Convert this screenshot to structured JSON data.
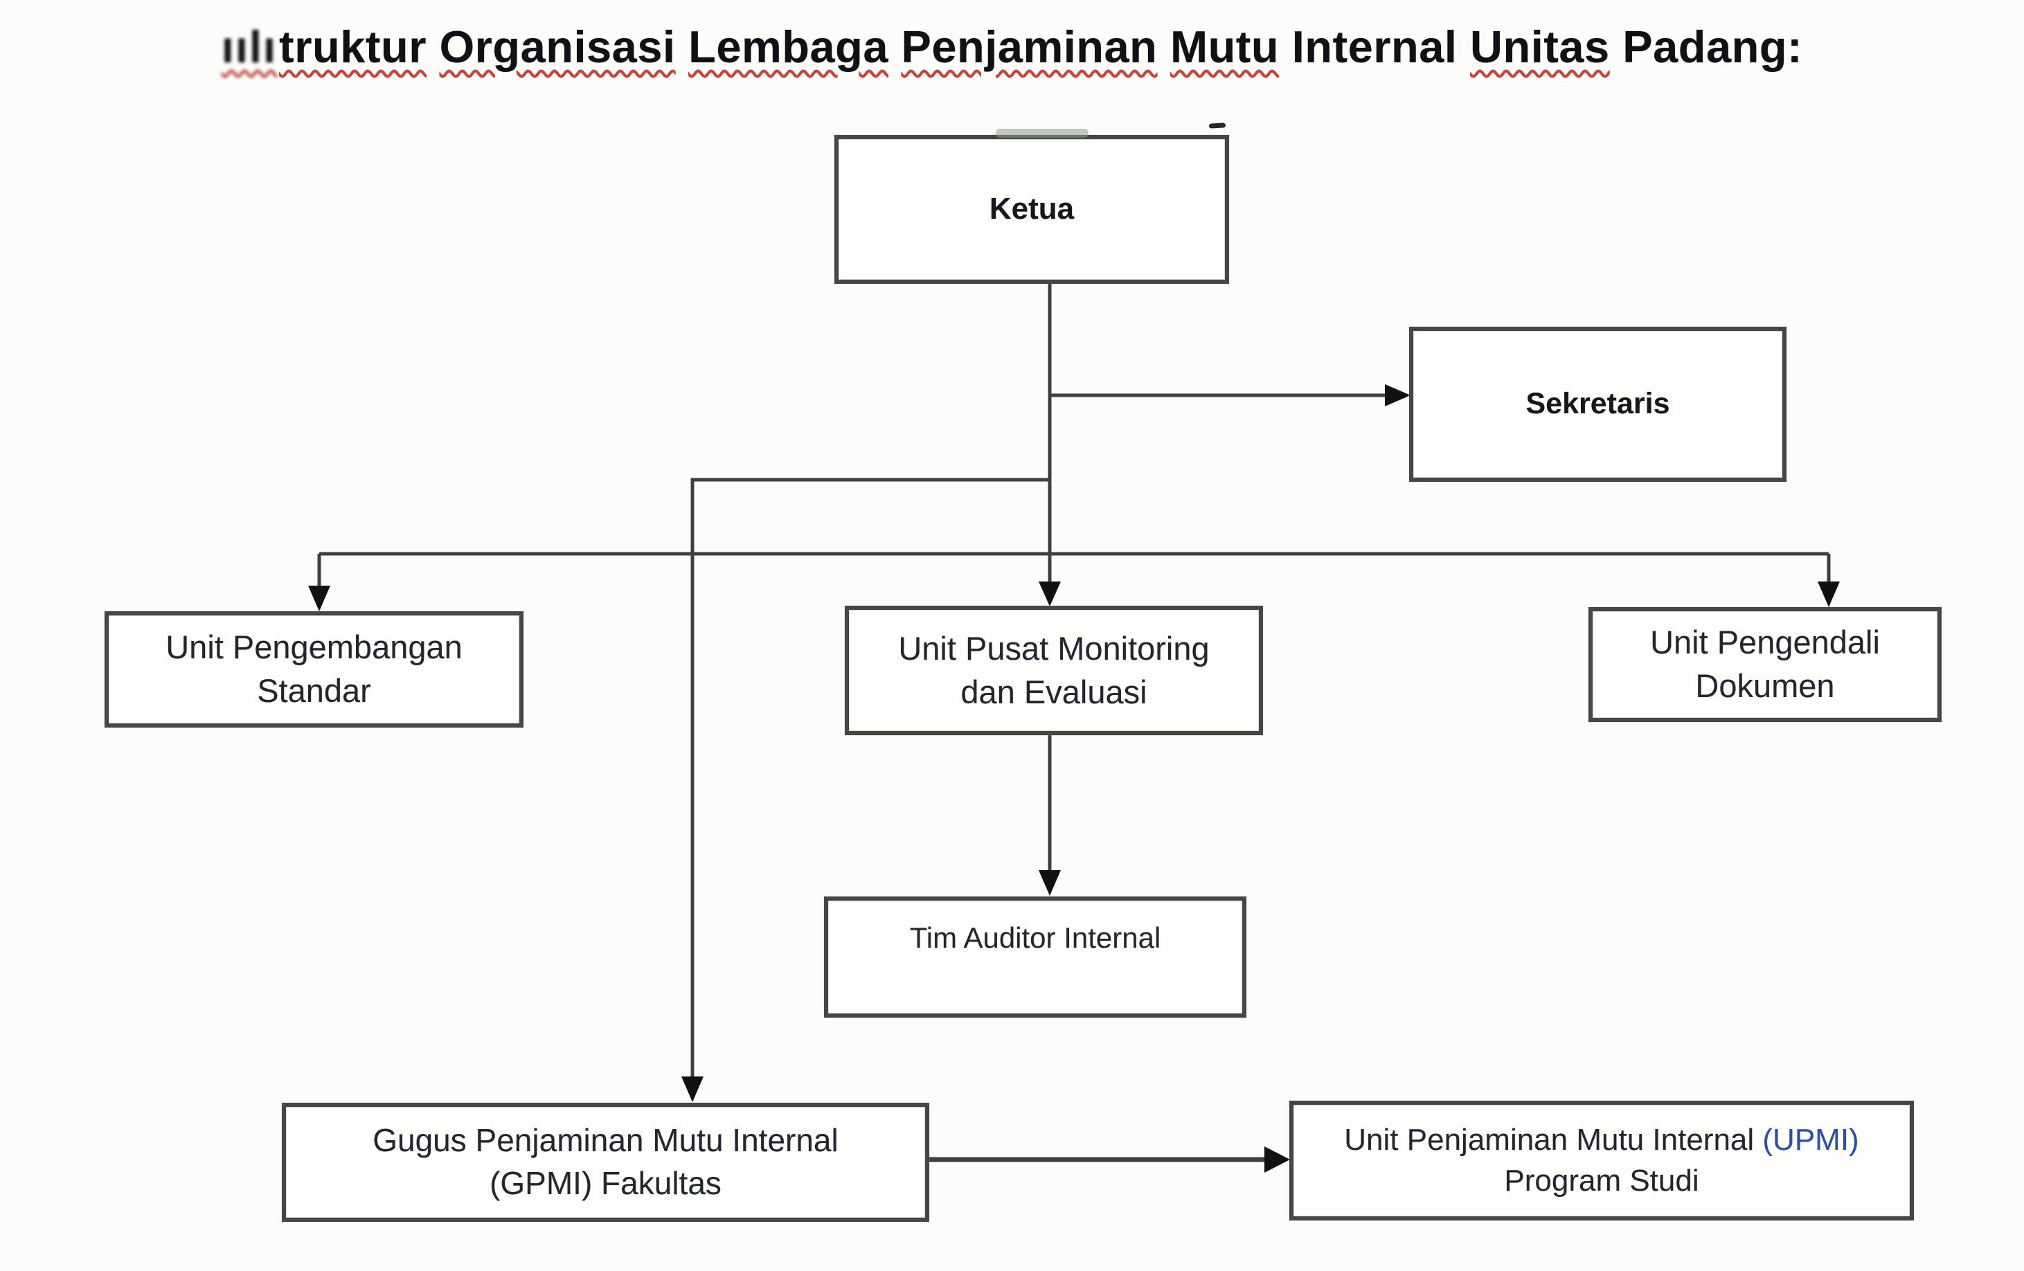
{
  "title": {
    "prefix": "ıılı",
    "segments": [
      {
        "text": "truktur",
        "squiggle": true
      },
      {
        "text": "Organisasi",
        "squiggle": true
      },
      {
        "text": "Lembaga",
        "squiggle": true
      },
      {
        "text": "Penjaminan",
        "squiggle": true
      },
      {
        "text": "Mutu",
        "squiggle": true
      },
      {
        "text": "Internal",
        "squiggle": false
      },
      {
        "text": "Unitas",
        "squiggle": true
      },
      {
        "text": "Padang:",
        "squiggle": false
      }
    ]
  },
  "boxes": {
    "ketua": {
      "label": "Ketua"
    },
    "sekretaris": {
      "label": "Sekretaris"
    },
    "unit_pengembangan_standar": {
      "lines": [
        "Unit Pengembangan",
        "Standar"
      ]
    },
    "unit_pusat_monev": {
      "lines": [
        "Unit Pusat Monitoring",
        "dan Evaluasi"
      ]
    },
    "unit_pengendali_dokumen": {
      "lines": [
        "Unit Pengendali",
        "Dokumen"
      ]
    },
    "tim_auditor": {
      "label": "Tim Auditor Internal"
    },
    "gpmi_fakultas": {
      "lines": [
        "Gugus Penjaminan Mutu Internal",
        "(GPMI) Fakultas"
      ]
    },
    "upmi_prodi": {
      "line1_main": "Unit Penjaminan Mutu Internal ",
      "line1_accent": "(UPMI)",
      "line2": "Program Studi"
    }
  },
  "colors": {
    "line": "#3f3f3f",
    "arrow": "#111111",
    "squiggle": "#c2453a",
    "accent_blue": "#2d4f9e",
    "text": "#23262c"
  }
}
